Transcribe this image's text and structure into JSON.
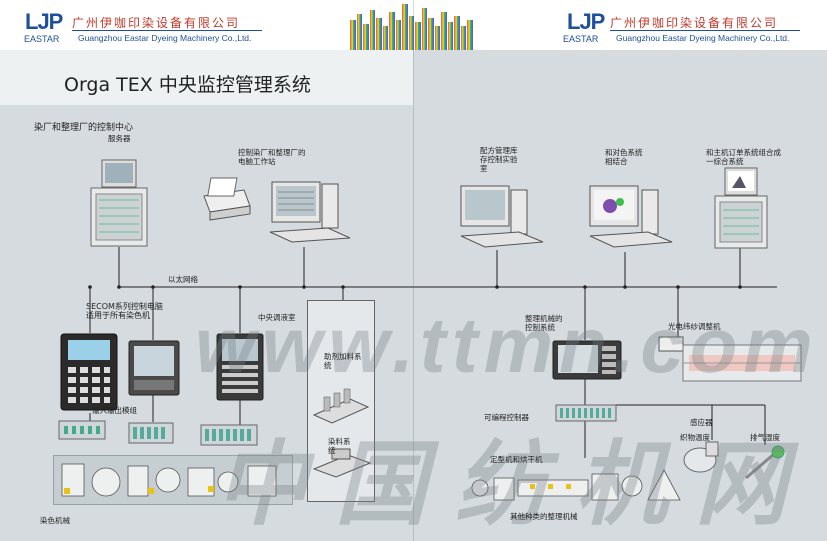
{
  "header": {
    "logo_mark": "LJP",
    "logo_sub": "EASTAR",
    "company_cn": "广州伊咖印染设备有限公司",
    "company_en": "Guangzhou Eastar Dyeing Machinery Co.,Ltd."
  },
  "title": "Orga TEX 中央监控管理系统",
  "labels": {
    "control_center": "染厂和整理厂的控制中心",
    "server": "服务器",
    "workstation": "控制染厂和整理厂的电脑工作站",
    "lab": "配方管理库存控制实验室",
    "color_system": "和对色系统相结合",
    "host_order": "和主机订单系统组合成一综合系统",
    "ethernet": "以太网络",
    "secom": "SECOM系列控制电脑适用于所有染色机",
    "dosing_room": "中央调液室",
    "finishing_ctrl": "整理机械的控制系统",
    "fabric_guider": "光电纬纱调整机",
    "io_module": "输入输出模组",
    "auxiliary": "助剂加料系统",
    "dye_system": "染料系统",
    "plc": "可编程控制器",
    "sensor": "感应器",
    "fabric_temp": "织物温度",
    "exhaust_humidity": "排气湿度",
    "stenter": "定型机和烘干机",
    "dyeing_machine": "染色机械",
    "other_finishing": "其他种类的整理机械"
  },
  "watermark": {
    "latin": "www.ttmn.com",
    "cn": "中国纺机网"
  },
  "colors": {
    "brand_blue": "#1e4f9c",
    "brand_red": "#c0392b",
    "background": "#d5dbde",
    "line": "#222222"
  }
}
